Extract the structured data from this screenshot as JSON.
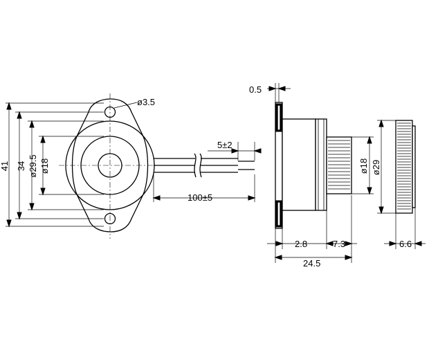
{
  "dimensions": {
    "hole_dia": "ø3.5",
    "overall_height": "41",
    "mount_span": "34",
    "body_dia": "ø29.5",
    "inner_dia": "ø18",
    "lead_strip": "5±2",
    "lead_length": "100±5",
    "flange_thickness": "0.5",
    "side_inner_dia": "ø18",
    "side_flange_depth": "2.8",
    "side_thread_len": "7.3",
    "side_total_len": "24.5",
    "nut_dia": "ø29",
    "nut_thickness": "6.6"
  }
}
